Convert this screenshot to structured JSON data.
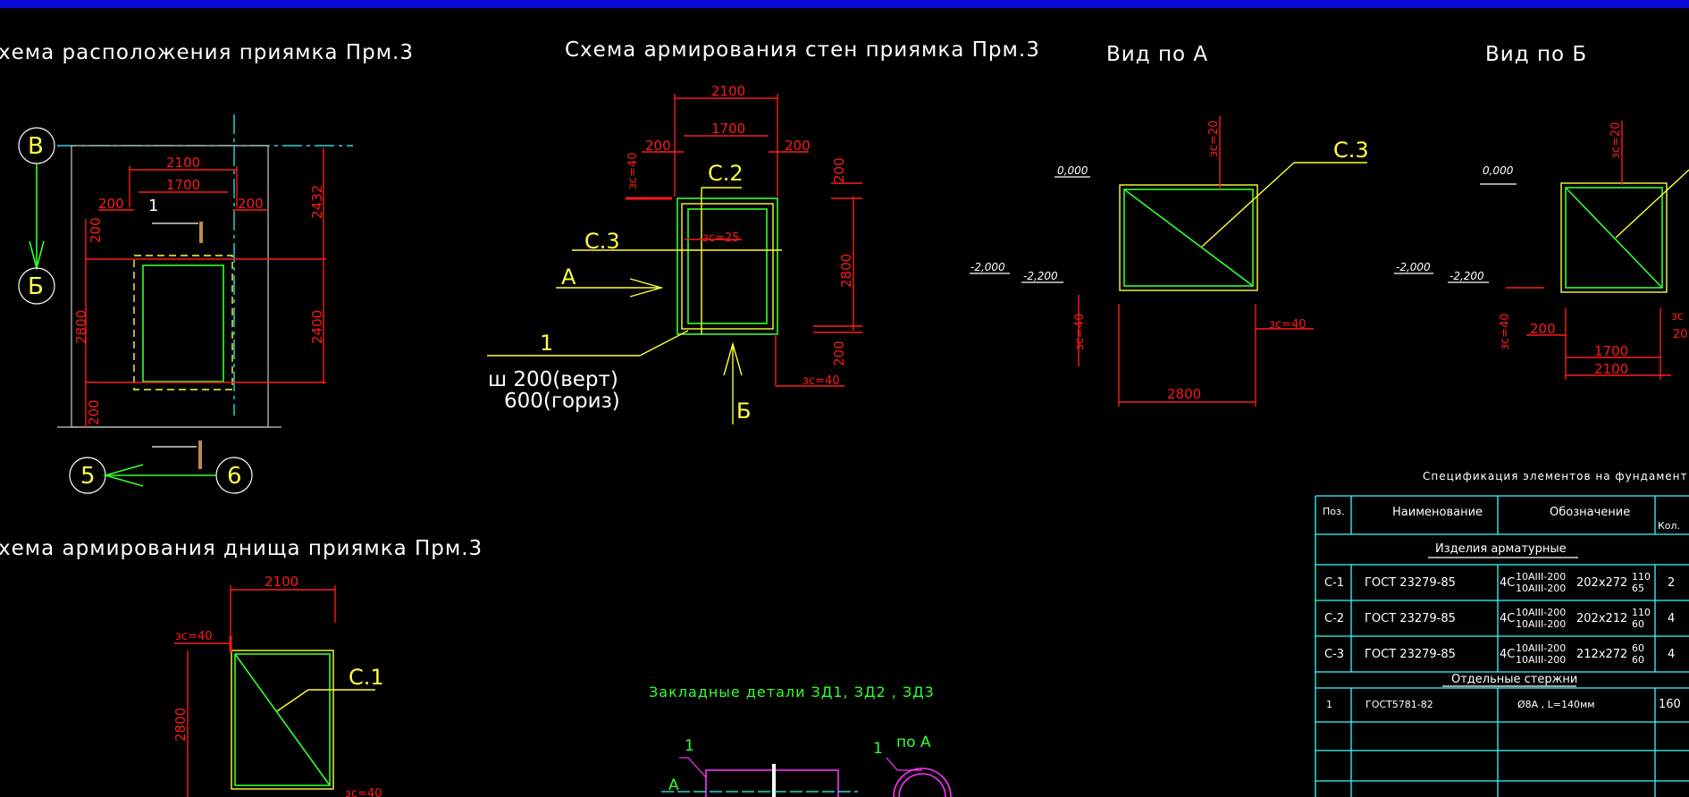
{
  "titles": {
    "layout": "хема расположения приямка Прм.3",
    "walls": "Схема армирования стен приямка Прм.3",
    "view_a": "Вид по А",
    "view_b": "Вид по Б",
    "bottom": "хема армирования днища приямка Прм.3",
    "embedded": "Закладные детали ЗД1, ЗД2 , ЗД3",
    "spec": "Спецификация элементов на фундамент ФОМ"
  },
  "axes": {
    "b": "В",
    "be": "Б",
    "five": "5",
    "six": "6"
  },
  "plan": {
    "d2100": "2100",
    "d1700": "1700",
    "d200a": "200",
    "d200b": "200",
    "d200v": "200",
    "d2432": "2432",
    "d2800": "2800",
    "d2400": "2400",
    "d200bot": "200",
    "one": "1"
  },
  "walls": {
    "d2100": "2100",
    "d1700": "1700",
    "d200l": "200",
    "d200r": "200",
    "zc40": "зс=40",
    "zc25": "зс=25",
    "c2": "С.2",
    "c3": "С.3",
    "a": "А",
    "b": "Б",
    "one": "1",
    "step1": "ш 200(верт)",
    "step2": "600(гориз)",
    "d200t": "200",
    "d2800": "2800",
    "d200bt": "200",
    "zc40b": "зс=40"
  },
  "view_a": {
    "l0": "0,000",
    "l2000": "-2,000",
    "l2200": "-2,200",
    "zc20": "зс=20",
    "c3": "С.3",
    "zc40l": "зс=40",
    "zc40r": "зс=40",
    "d2800": "2800"
  },
  "view_b": {
    "l0": "0,000",
    "l2000": "-2,000",
    "l2200": "-2,200",
    "zc20": "зс=20",
    "zc40l": "зс=40",
    "d200": "200",
    "d1700": "1700",
    "d2100": "2100",
    "zc40r": "зс",
    "d200r": "20"
  },
  "bottom": {
    "d2100": "2100",
    "zc40": "зс=40",
    "c1": "С.1",
    "d2800": "2800",
    "zc40b": "зс=40"
  },
  "embedded": {
    "one_l": "1",
    "one_r": "1",
    "po_a": "по А",
    "a": "А"
  },
  "spec": {
    "headers": [
      "Поз.",
      "Наименование",
      "Обозначение",
      "Кол."
    ],
    "section1": "Изделия арматурные",
    "rows": [
      {
        "pos": "С-1",
        "name": "ГОСТ 23279-85",
        "top": "10АIII-200",
        "bot": "10АIII-200",
        "size": "202х272",
        "ft": "110",
        "fb": "65",
        "qty": "2"
      },
      {
        "pos": "С-2",
        "name": "ГОСТ 23279-85",
        "top": "10АIII-200",
        "bot": "10АIII-200",
        "size": "202х212",
        "ft": "110",
        "fb": "60",
        "qty": "4"
      },
      {
        "pos": "С-3",
        "name": "ГОСТ 23279-85",
        "top": "10АIII-200",
        "bot": "10АIII-200",
        "size": "212х272",
        "ft": "60",
        "fb": "60",
        "qty": "4"
      }
    ],
    "prefix": "4С",
    "section2": "Отдельные стержни",
    "row4": {
      "pos": "1",
      "name": "ГОСТ5781-82",
      "desig": "Ø8А    ,     L=140мм",
      "qty": "160"
    }
  }
}
